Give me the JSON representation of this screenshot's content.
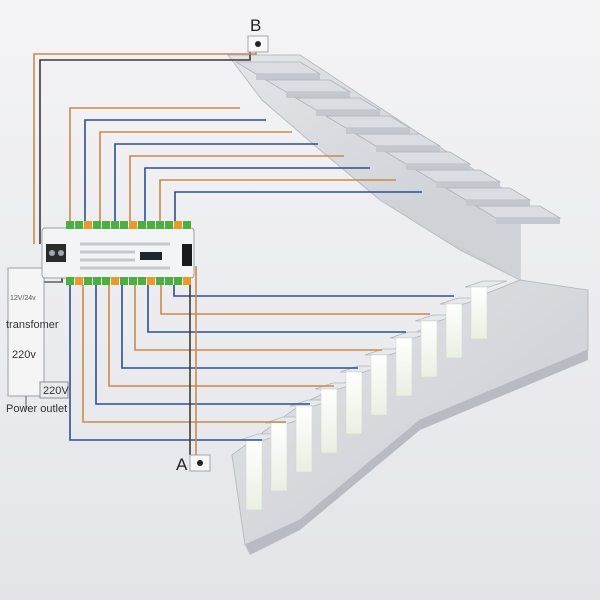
{
  "labels": {
    "sensor_a": "A",
    "sensor_b": "B",
    "transformer_voltage": "12V/24v",
    "transformer": "transfomer",
    "input_voltage": "220v",
    "outlet_voltage": "220V",
    "power_outlet": "Power outlet"
  },
  "colors": {
    "wire_orange": "#c98a4e",
    "wire_blue": "#2f4f8f",
    "wire_dark": "#3b3b3b",
    "terminal_green": "#4caf3f",
    "terminal_orange": "#e89a2a",
    "stair_stone": "#d5d8dc",
    "led_glow": "#fbfdf6"
  }
}
